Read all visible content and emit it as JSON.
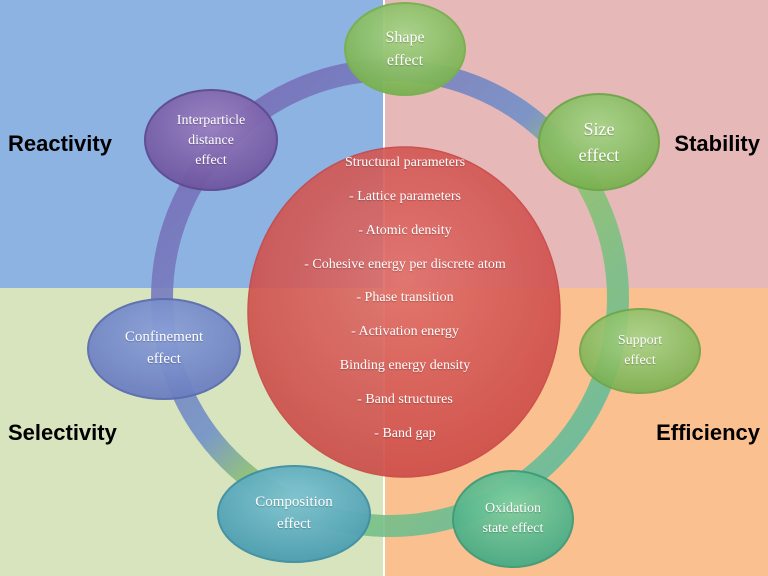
{
  "quadrants": {
    "top_left": "Reactivity",
    "top_right": "Stability",
    "bottom_left": "Selectivity",
    "bottom_right": "Efficiency"
  },
  "nodes": {
    "shape": "Shape\neffect",
    "size": "Size\neffect",
    "support": "Support\neffect",
    "oxidation": "Oxidation\nstate effect",
    "composition": "Composition\neffect",
    "confinement": "Confinement\neffect",
    "interparticle": "Interparticle\ndistance\neffect"
  },
  "center": {
    "heading": "Structural parameters",
    "items": [
      "- Lattice parameters",
      "- Atomic density",
      "- Cohesive energy per discrete atom",
      "- Phase transition",
      "- Activation energy",
      "Binding energy density",
      "- Band structures",
      "- Band gap"
    ]
  },
  "colors": {
    "reactivity_bg": "#8db3e2",
    "stability_bg": "#e6b9b8",
    "selectivity_bg": "#d7e4bd",
    "efficiency_bg": "#fac090",
    "center_ellipse": "#d9534f",
    "green_node": "#8fc46a",
    "purple_node": "#8064a2",
    "teal_node": "#4bacc6"
  }
}
